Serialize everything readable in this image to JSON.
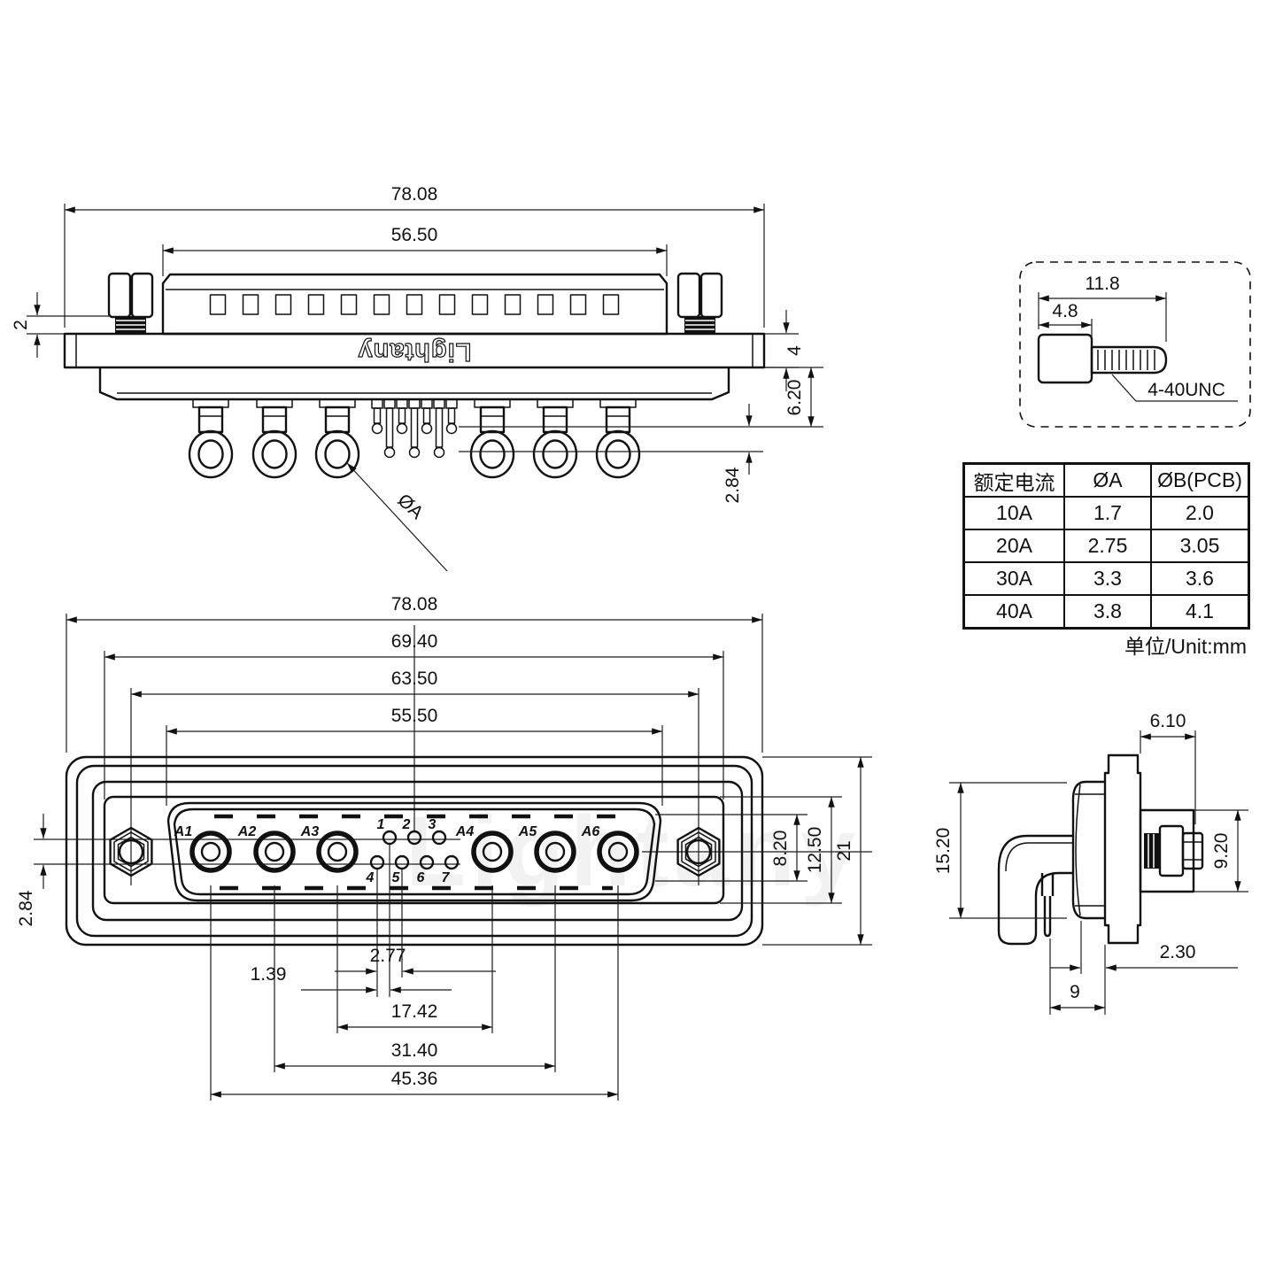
{
  "brand": {
    "logo_mirrored": "Lightany",
    "watermark": "Lightany"
  },
  "top_view": {
    "dim_total_width": "78.08",
    "dim_body_width": "56.50",
    "dim_screw_gap": "2",
    "dim_flange_thickness": "4",
    "dim_body_depth": "6.20",
    "dim_pin_tip_offset": "2.84",
    "pin_dia_label": "ØA"
  },
  "screw_detail": {
    "dim_total_length": "11.8",
    "dim_head_length": "4.8",
    "thread_spec": "4-40UNC"
  },
  "table": {
    "headers": [
      "额定电流",
      "ØA",
      "ØB(PCB)"
    ],
    "rows": [
      [
        "10A",
        "1.7",
        "2.0"
      ],
      [
        "20A",
        "2.75",
        "3.05"
      ],
      [
        "30A",
        "3.3",
        "3.6"
      ],
      [
        "40A",
        "3.8",
        "4.1"
      ]
    ],
    "unit_note": "单位/Unit:mm"
  },
  "front_view": {
    "dim_total_width": "78.08",
    "dim_gasket_width": "69.40",
    "dim_screw_span": "63.50",
    "dim_opening_width": "55.50",
    "dim_opening_inner_height": "8.20",
    "dim_opening_height": "12.50",
    "dim_body_height": "21",
    "dim_row_offset": "2.84",
    "dim_pin_pitch": "2.77",
    "dim_row_stagger": "1.39",
    "dim_span_a3_a4": "17.42",
    "dim_span_a2_a5": "31.40",
    "dim_span_a1_a6": "45.36",
    "power_pin_labels": [
      "A1",
      "A2",
      "A3",
      "A4",
      "A5",
      "A6"
    ],
    "signal_pin_labels": [
      "1",
      "2",
      "3",
      "4",
      "5",
      "6",
      "7"
    ]
  },
  "side_view": {
    "dim_rear_depth": "6.10",
    "dim_shell_height": "15.20",
    "dim_screw_head_height": "9.20",
    "dim_flange_offset": "2.30",
    "dim_pin_to_flange": "9"
  }
}
